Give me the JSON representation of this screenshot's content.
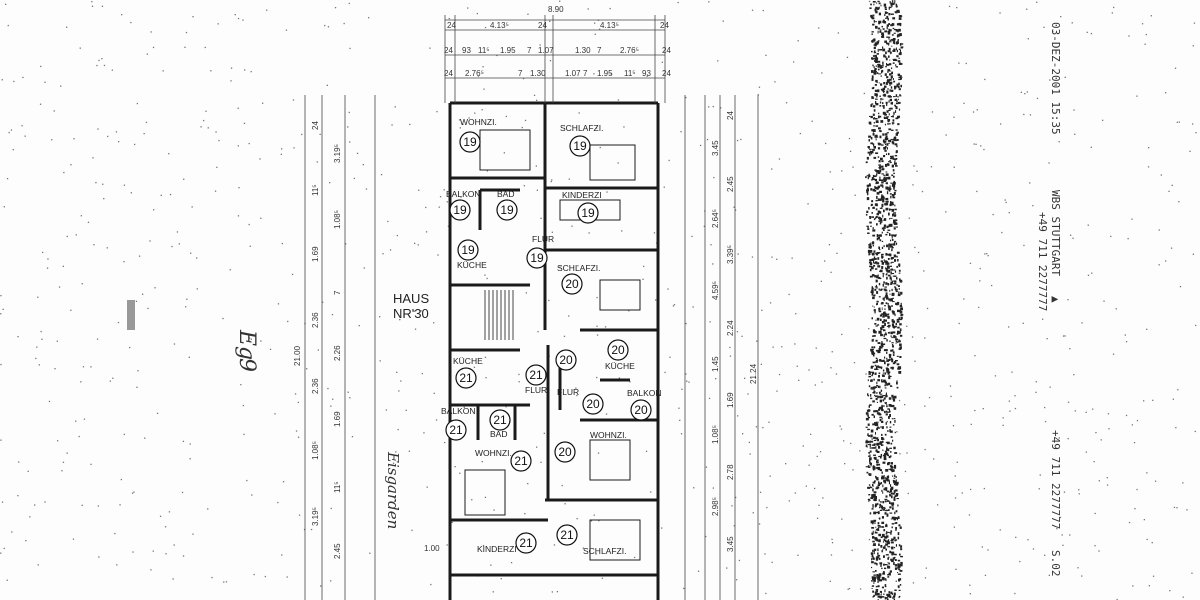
{
  "fax_header": {
    "datetime": "03-DEZ-2001  15:35",
    "sender": "WBS STUTTGART",
    "sender_fax": "+49 711 2277777",
    "receiver_fax": "+49 711 2277777",
    "page": "S.02"
  },
  "plan": {
    "house_label_line1": "HAUS",
    "house_label_line2": "NR'30",
    "handwritten_floor": "Eg",
    "handwritten_floor_number": "9",
    "handwritten_note": "Eisgarden",
    "overall_width": "8.90",
    "overall_length_left": "21.00",
    "overall_length_right": "21.24",
    "side_dim": "1.00",
    "top_dims": {
      "row1": [
        "24",
        "4.13⁵",
        "24",
        "4.13⁵",
        "24"
      ],
      "row2": [
        "24",
        "93",
        "11⁵",
        "1.95",
        "7",
        "1.07",
        "1.30",
        "7",
        "2.76⁵",
        "24"
      ],
      "row3": [
        "24",
        "2.76⁵",
        "7",
        "1.30",
        "1.07",
        "7",
        "1.95",
        "11⁵",
        "93",
        "24"
      ]
    },
    "left_dims": [
      "24",
      "3.19⁵",
      "11⁵",
      "1.08⁵",
      "1.69",
      "7",
      "2.36",
      "2.26",
      "2.36",
      "1.69",
      "1.08⁵",
      "11⁵",
      "3.19⁵",
      "2.45"
    ],
    "right_dims": [
      "24",
      "3.45",
      "2.45",
      "2.64⁵",
      "3.39⁵",
      "4.59⁵",
      "2.24",
      "1.45",
      "1.69",
      "1.08⁵",
      "2.78",
      "2.98⁵",
      "3.45"
    ],
    "rooms": [
      {
        "label": "WOHNZI.",
        "unit": "19"
      },
      {
        "label": "SCHLAFZI.",
        "unit": "19"
      },
      {
        "label": "BALKON",
        "unit": "19"
      },
      {
        "label": "BAD",
        "unit": "19"
      },
      {
        "label": "KINDERZI",
        "unit": "19"
      },
      {
        "label": "KÜCHE",
        "unit": "19"
      },
      {
        "label": "FLUR",
        "unit": "19"
      },
      {
        "label": "SCHLAFZI.",
        "unit": "20"
      },
      {
        "label": "KÜCHE",
        "unit": "20"
      },
      {
        "label": "FLUR",
        "unit": "20"
      },
      {
        "label": "",
        "unit": "20"
      },
      {
        "label": "BALKON",
        "unit": "20"
      },
      {
        "label": "WOHNZI.",
        "unit": "20"
      },
      {
        "label": "KÜCHE",
        "unit": "21"
      },
      {
        "label": "FLUR",
        "unit": "21"
      },
      {
        "label": "BALKON",
        "unit": "21"
      },
      {
        "label": "BAD",
        "unit": "21"
      },
      {
        "label": "WOHNZI.",
        "unit": "21"
      },
      {
        "label": "KINDERZI",
        "unit": "21"
      },
      {
        "label": "SCHLAFZI.",
        "unit": "21"
      }
    ]
  }
}
